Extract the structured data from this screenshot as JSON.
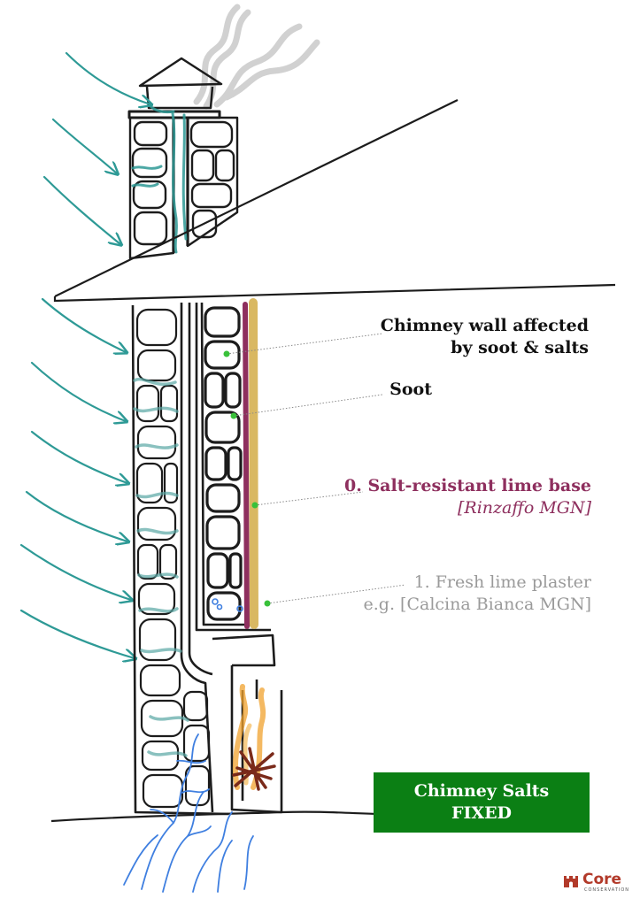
{
  "labels": {
    "wall_line1": "Chimney wall affected",
    "wall_line2": "by soot & salts",
    "soot": "Soot",
    "base_line1": "0. Salt-resistant lime base",
    "base_line2": "[Rinzaffo MGN]",
    "plaster_line1": "1. Fresh lime plaster",
    "plaster_line2": "e.g. [Calcina Bianca MGN]"
  },
  "banner": {
    "line1": "Chimney Salts",
    "line2": "FIXED"
  },
  "logo": {
    "word": "Core",
    "sub": "CONSERVATION"
  },
  "icons": {
    "wind_arrows": "arrow-icon",
    "smoke": "smoke-icon",
    "fire": "fire-icon",
    "ground_water": "water-roots-icon",
    "logo_mark": "castle-icon"
  },
  "colors": {
    "stone_outline": "#1c1c1c",
    "wind": "#2e9a96",
    "base_layer": "#8e2f5e",
    "plaster_layer": "#d9b862",
    "plaster_text": "#9a9a9a",
    "leader_dot": "#39c13a",
    "leader_line": "#8a8a8a",
    "water": "#3f7fe0",
    "fire_orange": "#f0a12d",
    "fire_dark": "#7a2a1a",
    "smoke": "#c9c9c9",
    "banner_bg": "#0b7f14",
    "logo": "#b23a2a"
  }
}
